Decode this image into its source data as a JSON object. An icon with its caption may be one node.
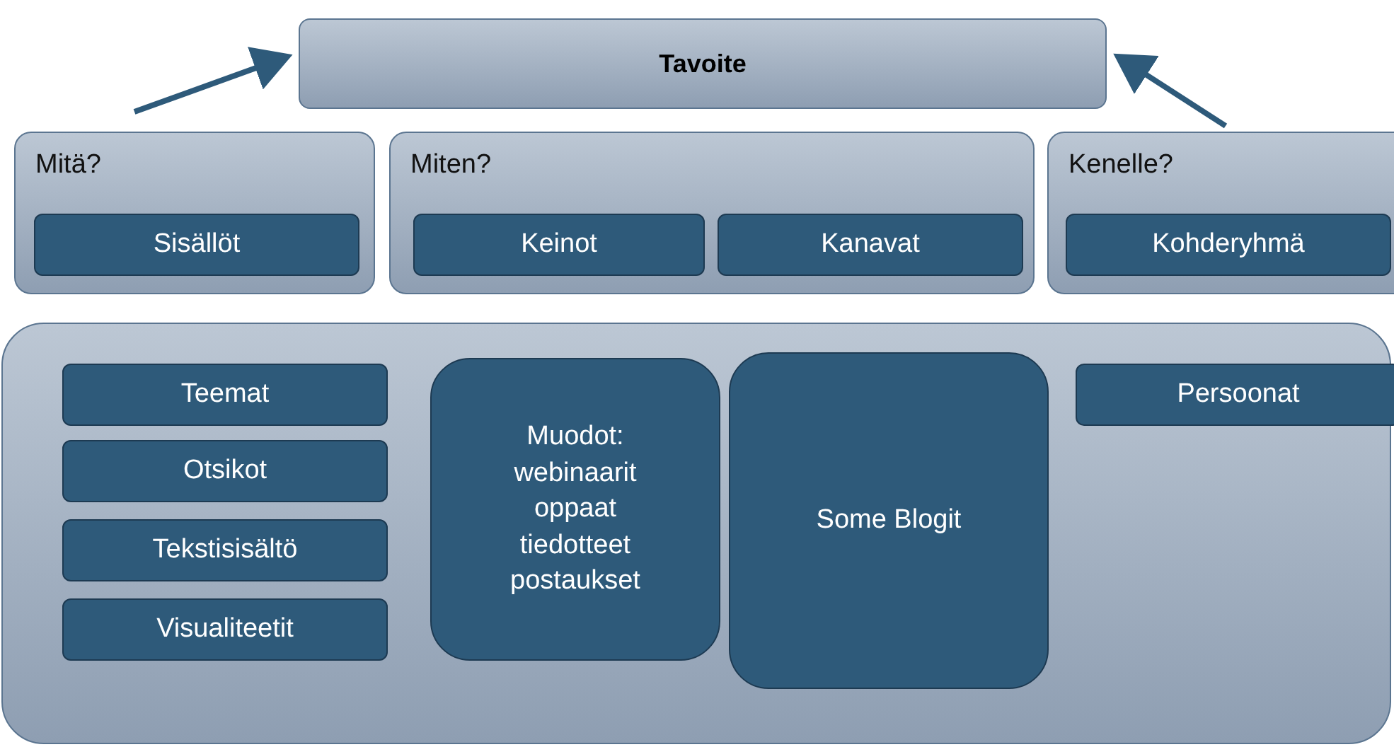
{
  "diagram": {
    "nodes": [
      {
        "text": [
          "Tavoite"
        ]
      },
      {
        "text": [
          "Mitä?"
        ]
      },
      {
        "text": [
          "Sisällöt"
        ],
        "in": 1
      },
      {
        "text": [
          "Miten?"
        ]
      },
      {
        "text": [
          "Keinot"
        ],
        "in": 3
      },
      {
        "text": [
          "Kanavat"
        ],
        "in": 3
      },
      {
        "text": [
          "Kenelle?"
        ]
      },
      {
        "text": [
          "Kohderyhmä"
        ],
        "in": 6
      },
      {
        "text": [],
        "shape": "box"
      },
      {
        "text": [
          "Teemat"
        ],
        "in": 8
      },
      {
        "text": [
          "Otsikot"
        ],
        "in": 8
      },
      {
        "text": [
          "Tekstisisältö"
        ],
        "in": 8
      },
      {
        "text": [
          "Visualiteetit"
        ],
        "in": 8
      },
      {
        "text": [
          "Muodot: webinaarit oppaat tiedotteet postaukset"
        ],
        "in": 8
      },
      {
        "text": [
          "Some Blogit"
        ],
        "in": 8
      },
      {
        "text": [
          "Persoonat"
        ],
        "in": 8
      }
    ],
    "edges": [
      {
        "from": 1,
        "to": 0,
        "arrow": "to"
      },
      {
        "from": 6,
        "to": 0,
        "arrow": "to"
      }
    ]
  }
}
